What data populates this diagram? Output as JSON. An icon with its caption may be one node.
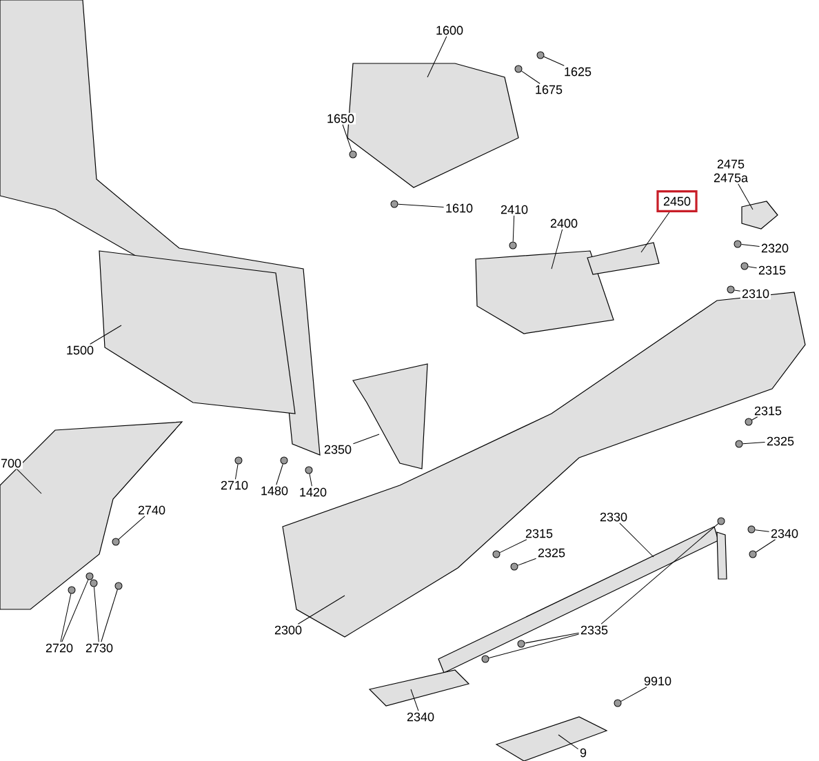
{
  "diagram": {
    "nodes": [
      {
        "text": [
          "1600"
        ]
      },
      {
        "text": [
          "1625"
        ]
      },
      {
        "text": [
          "1675"
        ]
      },
      {
        "text": [
          "1650"
        ]
      },
      {
        "text": [
          "1610"
        ]
      },
      {
        "text": [
          "2410"
        ]
      },
      {
        "text": [
          "2400"
        ]
      },
      {
        "text": [
          "2450"
        ]
      },
      {
        "text": [
          "2475",
          "2475a"
        ]
      },
      {
        "text": [
          "2320"
        ]
      },
      {
        "text": [
          "2315"
        ]
      },
      {
        "text": [
          "2310"
        ]
      },
      {
        "text": [
          "1500"
        ]
      },
      {
        "text": [
          "2350"
        ]
      },
      {
        "text": [
          "700"
        ]
      },
      {
        "text": [
          "2710"
        ]
      },
      {
        "text": [
          "1480"
        ]
      },
      {
        "text": [
          "1420"
        ]
      },
      {
        "text": [
          "2315"
        ]
      },
      {
        "text": [
          "2325"
        ]
      },
      {
        "text": [
          "2740"
        ]
      },
      {
        "text": [
          "2330"
        ]
      },
      {
        "text": [
          "2340"
        ]
      },
      {
        "text": [
          "2315"
        ]
      },
      {
        "text": [
          "2325"
        ]
      },
      {
        "text": [
          "2300"
        ]
      },
      {
        "text": [
          "2335"
        ]
      },
      {
        "text": [
          "2720"
        ]
      },
      {
        "text": [
          "2730"
        ]
      },
      {
        "text": [
          "2340"
        ]
      },
      {
        "text": [
          "9910"
        ]
      },
      {
        "text": [
          "9"
        ]
      },
      {
        "text": [],
        "shape": "picture"
      },
      {
        "text": [],
        "shape": "picture"
      },
      {
        "text": [],
        "shape": "picture"
      },
      {
        "text": [],
        "shape": "picture"
      },
      {
        "text": [],
        "shape": "picture"
      },
      {
        "text": [],
        "shape": "picture"
      },
      {
        "text": [],
        "shape": "picture"
      },
      {
        "text": [],
        "shape": "picture"
      },
      {
        "text": [],
        "shape": "picture"
      },
      {
        "text": [],
        "shape": "picture"
      },
      {
        "text": [],
        "shape": "picture"
      },
      {
        "text": [],
        "shape": "circle"
      },
      {
        "text": [],
        "shape": "circle"
      },
      {
        "text": [],
        "shape": "circle"
      },
      {
        "text": [],
        "shape": "circle"
      },
      {
        "text": [],
        "shape": "circle"
      },
      {
        "text": [],
        "shape": "circle"
      },
      {
        "text": [],
        "shape": "circle"
      },
      {
        "text": [],
        "shape": "circle"
      },
      {
        "text": [],
        "shape": "circle"
      },
      {
        "text": [],
        "shape": "circle"
      },
      {
        "text": [],
        "shape": "circle"
      },
      {
        "text": [],
        "shape": "circle"
      },
      {
        "text": [],
        "shape": "circle"
      },
      {
        "text": [],
        "shape": "circle"
      },
      {
        "text": [],
        "shape": "circle"
      },
      {
        "text": [],
        "shape": "circle"
      },
      {
        "text": [],
        "shape": "circle"
      },
      {
        "text": [],
        "shape": "circle"
      },
      {
        "text": [],
        "shape": "circle"
      },
      {
        "text": [],
        "shape": "circle"
      },
      {
        "text": [],
        "shape": "circle"
      },
      {
        "text": [],
        "shape": "circle"
      },
      {
        "text": [],
        "shape": "circle"
      },
      {
        "text": [],
        "shape": "circle"
      },
      {
        "text": [],
        "shape": "circle"
      },
      {
        "text": [],
        "shape": "circle"
      }
    ],
    "edges": [
      {
        "from": 0,
        "to": 33,
        "arrow": "none"
      },
      {
        "from": 1,
        "to": 43,
        "arrow": "none"
      },
      {
        "from": 2,
        "to": 44,
        "arrow": "none"
      },
      {
        "from": 3,
        "to": 45,
        "arrow": "none"
      },
      {
        "from": 4,
        "to": 46,
        "arrow": "none"
      },
      {
        "from": 5,
        "to": 47,
        "arrow": "none"
      },
      {
        "from": 6,
        "to": 34,
        "arrow": "none"
      },
      {
        "from": 7,
        "to": 35,
        "arrow": "none"
      },
      {
        "from": 8,
        "to": 36,
        "arrow": "none"
      },
      {
        "from": 9,
        "to": 48,
        "arrow": "none"
      },
      {
        "from": 10,
        "to": 49,
        "arrow": "none"
      },
      {
        "from": 11,
        "to": 50,
        "arrow": "none"
      },
      {
        "from": 12,
        "to": 32,
        "arrow": "none"
      },
      {
        "from": 13,
        "to": 37,
        "arrow": "none"
      },
      {
        "from": 14,
        "to": 40,
        "arrow": "none"
      },
      {
        "from": 15,
        "to": 51,
        "arrow": "none"
      },
      {
        "from": 16,
        "to": 52,
        "arrow": "none"
      },
      {
        "from": 17,
        "to": 53,
        "arrow": "none"
      },
      {
        "from": 18,
        "to": 54,
        "arrow": "none"
      },
      {
        "from": 19,
        "to": 55,
        "arrow": "none"
      },
      {
        "from": 20,
        "to": 56,
        "arrow": "none"
      },
      {
        "from": 21,
        "to": 39,
        "arrow": "none"
      },
      {
        "from": 22,
        "to": 57,
        "arrow": "none"
      },
      {
        "from": 22,
        "to": 58,
        "arrow": "none"
      },
      {
        "from": 23,
        "to": 59,
        "arrow": "none"
      },
      {
        "from": 24,
        "to": 60,
        "arrow": "none"
      },
      {
        "from": 25,
        "to": 38,
        "arrow": "none"
      },
      {
        "from": 26,
        "to": 61,
        "arrow": "none"
      },
      {
        "from": 26,
        "to": 62,
        "arrow": "none"
      },
      {
        "from": 26,
        "to": 63,
        "arrow": "none"
      },
      {
        "from": 27,
        "to": 64,
        "arrow": "none"
      },
      {
        "from": 27,
        "to": 65,
        "arrow": "none"
      },
      {
        "from": 28,
        "to": 66,
        "arrow": "none"
      },
      {
        "from": 28,
        "to": 67,
        "arrow": "none"
      },
      {
        "from": 29,
        "to": 41,
        "arrow": "none"
      },
      {
        "from": 30,
        "to": 68,
        "arrow": "none"
      },
      {
        "from": 31,
        "to": 42,
        "arrow": "none"
      }
    ]
  }
}
